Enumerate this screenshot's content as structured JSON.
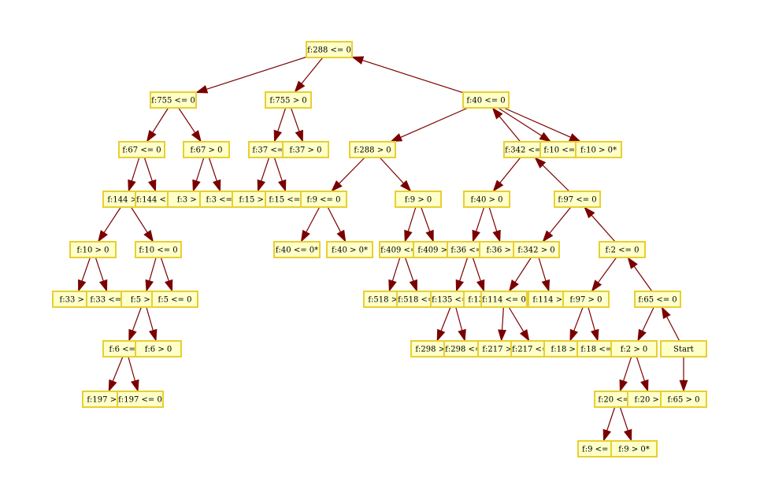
{
  "diagram": {
    "nodes": [
      {
        "id": "n1",
        "label": "f:288 <= 0"
      },
      {
        "id": "n2",
        "label": "f:755 <= 0"
      },
      {
        "id": "n3",
        "label": "f:755 > 0"
      },
      {
        "id": "n4",
        "label": "f:40 <= 0"
      },
      {
        "id": "n5",
        "label": "f:67 <= 0"
      },
      {
        "id": "n6",
        "label": "f:67 > 0"
      },
      {
        "id": "n7",
        "label": "f:37 <= 0"
      },
      {
        "id": "n8",
        "label": "f:37 > 0"
      },
      {
        "id": "n9",
        "label": "f:288 > 0"
      },
      {
        "id": "n10",
        "label": "f:342 <= 0"
      },
      {
        "id": "n11",
        "label": "f:10 <= 0"
      },
      {
        "id": "n12",
        "label": "f:10 > 0*"
      },
      {
        "id": "n13",
        "label": "f:144 > 0"
      },
      {
        "id": "n14",
        "label": "f:144 <= 0"
      },
      {
        "id": "n15",
        "label": "f:3 > 0"
      },
      {
        "id": "n16",
        "label": "f:3 <= 0"
      },
      {
        "id": "n17",
        "label": "f:15 > 0"
      },
      {
        "id": "n18",
        "label": "f:15 <= 0"
      },
      {
        "id": "n19",
        "label": "f:9 <= 0"
      },
      {
        "id": "n20",
        "label": "f:9 > 0"
      },
      {
        "id": "n21",
        "label": "f:40 > 0"
      },
      {
        "id": "n22",
        "label": "f:97 <= 0"
      },
      {
        "id": "n23",
        "label": "f:10 > 0"
      },
      {
        "id": "n24",
        "label": "f:10 <= 0"
      },
      {
        "id": "n25",
        "label": "f:40 <= 0*"
      },
      {
        "id": "n26",
        "label": "f:40 > 0*"
      },
      {
        "id": "n27",
        "label": "f:409 <= 0"
      },
      {
        "id": "n28",
        "label": "f:409 > 0"
      },
      {
        "id": "n29",
        "label": "f:36 <= 0"
      },
      {
        "id": "n30",
        "label": "f:36 > 0"
      },
      {
        "id": "n31",
        "label": "f:342 > 0"
      },
      {
        "id": "n32",
        "label": "f:2 <= 0"
      },
      {
        "id": "n33",
        "label": "f:33 > 0"
      },
      {
        "id": "n34",
        "label": "f:33 <= 0"
      },
      {
        "id": "n35",
        "label": "f:5 > 0"
      },
      {
        "id": "n36",
        "label": "f:5 <= 0"
      },
      {
        "id": "n37",
        "label": "f:518 > 0"
      },
      {
        "id": "n38",
        "label": "f:518 <= 0"
      },
      {
        "id": "n39",
        "label": "f:135 <= 0"
      },
      {
        "id": "n40",
        "label": "f:135 > 0"
      },
      {
        "id": "n41",
        "label": "f:114 <= 0"
      },
      {
        "id": "n42",
        "label": "f:114 > 0"
      },
      {
        "id": "n43",
        "label": "f:97 > 0"
      },
      {
        "id": "n44",
        "label": "f:65 <= 0"
      },
      {
        "id": "n45",
        "label": "f:6 <= 0"
      },
      {
        "id": "n46",
        "label": "f:6 > 0"
      },
      {
        "id": "n47",
        "label": "f:298 > 0"
      },
      {
        "id": "n48",
        "label": "f:298 <= 0"
      },
      {
        "id": "n49",
        "label": "f:217 > 0"
      },
      {
        "id": "n50",
        "label": "f:217 <= 0"
      },
      {
        "id": "n51",
        "label": "f:18 > 0"
      },
      {
        "id": "n52",
        "label": "f:18 <= 0"
      },
      {
        "id": "n53",
        "label": "f:2 > 0"
      },
      {
        "id": "n54",
        "label": "Start"
      },
      {
        "id": "n55",
        "label": "f:197 > 0"
      },
      {
        "id": "n56",
        "label": "f:197 <= 0"
      },
      {
        "id": "n57",
        "label": "f:20 <= 0"
      },
      {
        "id": "n58",
        "label": "f:20 > 0"
      },
      {
        "id": "n59",
        "label": "f:65 > 0"
      },
      {
        "id": "n60",
        "label": "f:9 <= 0*"
      },
      {
        "id": "n61",
        "label": "f:9 > 0*"
      }
    ],
    "edges": [
      [
        "n1",
        "n2"
      ],
      [
        "n1",
        "n3"
      ],
      [
        "n4",
        "n1"
      ],
      [
        "n2",
        "n5"
      ],
      [
        "n2",
        "n6"
      ],
      [
        "n3",
        "n7"
      ],
      [
        "n3",
        "n8"
      ],
      [
        "n4",
        "n9"
      ],
      [
        "n10",
        "n4"
      ],
      [
        "n4",
        "n11"
      ],
      [
        "n4",
        "n12"
      ],
      [
        "n5",
        "n13"
      ],
      [
        "n5",
        "n14"
      ],
      [
        "n6",
        "n15"
      ],
      [
        "n6",
        "n16"
      ],
      [
        "n7",
        "n17"
      ],
      [
        "n7",
        "n18"
      ],
      [
        "n9",
        "n19"
      ],
      [
        "n9",
        "n20"
      ],
      [
        "n10",
        "n21"
      ],
      [
        "n22",
        "n10"
      ],
      [
        "n13",
        "n23"
      ],
      [
        "n13",
        "n24"
      ],
      [
        "n19",
        "n25"
      ],
      [
        "n19",
        "n26"
      ],
      [
        "n20",
        "n27"
      ],
      [
        "n20",
        "n28"
      ],
      [
        "n21",
        "n29"
      ],
      [
        "n21",
        "n30"
      ],
      [
        "n22",
        "n31"
      ],
      [
        "n32",
        "n22"
      ],
      [
        "n23",
        "n33"
      ],
      [
        "n23",
        "n34"
      ],
      [
        "n24",
        "n35"
      ],
      [
        "n24",
        "n36"
      ],
      [
        "n27",
        "n37"
      ],
      [
        "n27",
        "n38"
      ],
      [
        "n29",
        "n39"
      ],
      [
        "n29",
        "n40"
      ],
      [
        "n31",
        "n41"
      ],
      [
        "n31",
        "n42"
      ],
      [
        "n32",
        "n43"
      ],
      [
        "n44",
        "n32"
      ],
      [
        "n35",
        "n45"
      ],
      [
        "n35",
        "n46"
      ],
      [
        "n39",
        "n47"
      ],
      [
        "n39",
        "n48"
      ],
      [
        "n41",
        "n49"
      ],
      [
        "n41",
        "n50"
      ],
      [
        "n43",
        "n51"
      ],
      [
        "n43",
        "n52"
      ],
      [
        "n44",
        "n53"
      ],
      [
        "n54",
        "n44"
      ],
      [
        "n54",
        "n59"
      ],
      [
        "n45",
        "n55"
      ],
      [
        "n45",
        "n56"
      ],
      [
        "n53",
        "n57"
      ],
      [
        "n53",
        "n58"
      ],
      [
        "n57",
        "n60"
      ],
      [
        "n57",
        "n61"
      ]
    ]
  }
}
